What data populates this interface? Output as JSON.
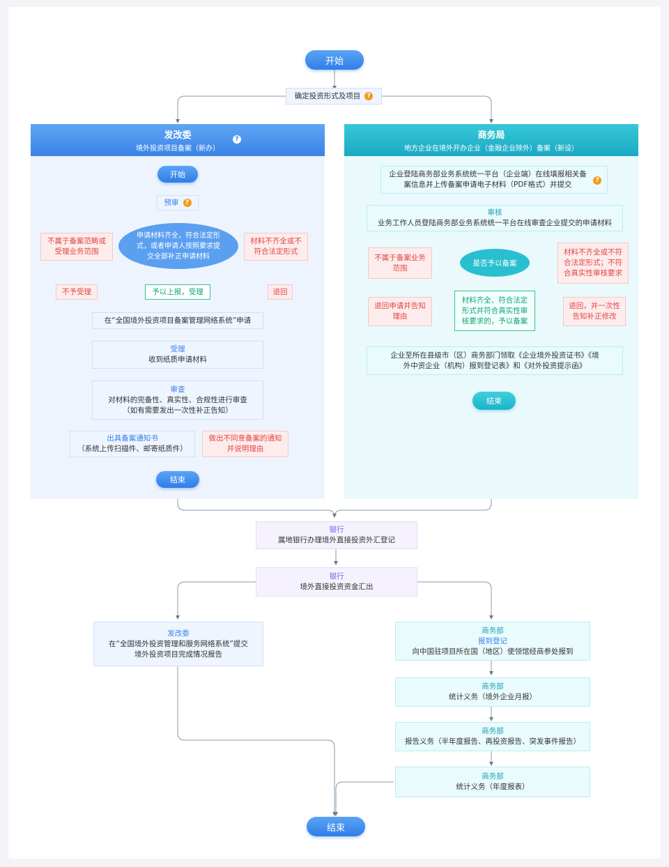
{
  "top": {
    "start": "开始",
    "confirm": "确定投资形式及项目",
    "end": "结束"
  },
  "ndrc": {
    "header_title": "发改委",
    "header_sub": "境外投资项目备案（新办）",
    "start": "开始",
    "pre_review": "预审",
    "condition": "申请材料齐全，符合法定形式，或者申请人按照要求提交全部补正申请材料",
    "out_of_scope": "不属于备案范畴或受理业务范围",
    "incomplete": "材料不齐全或不符合法定形式",
    "reject": "不予受理",
    "accept": "予以上报，受理",
    "return": "退回",
    "apply": "在“全国境外投资项目备案管理网络系统”申请",
    "receive_title": "受理",
    "receive_text": "收到纸质申请材料",
    "review_title": "审查",
    "review_text": "对材料的完备性、真实性、合规性进行审查",
    "review_note": "（如有需要发出一次性补正告知）",
    "issue_title": "出具备案通知书",
    "issue_text": "（系统上传扫描件、邮寄纸质件）",
    "deny": "做出不同意备案的通知并说明理由",
    "end": "结束"
  },
  "mofcom": {
    "header_title": "商务局",
    "header_sub": "地方企业在境外开办企业（金融企业除外）备案（新设）",
    "submit": "企业登陆商务部业务系统统一平台（企业端）在线填报相关备案信息并上传备案申请电子材料（PDF格式）并提交",
    "audit_title": "审核",
    "audit_text": "业务工作人员登陆商务部业务系统统一平台在线审查企业提交的申请材料",
    "decision": "是否予以备案",
    "out_of_scope": "不属于备案业务范围",
    "incomplete": "材料不齐全或不符合法定形式；不符合真实性审核要求",
    "approved": "材料齐全、符合法定形式并符合真实性审核要求的，予以备案",
    "return_notify": "退回申请并告知理由",
    "return_once": "退回，并一次性告知补正修改",
    "receive": "企业至所在县级市（区）商务部门领取《企业境外投资证书》《境外中资企业（机构）报到登记表》和《对外投资提示函》",
    "end": "结束"
  },
  "bank1": {
    "title": "银行",
    "text": "属地银行办理境外直接投资外汇登记"
  },
  "bank2": {
    "title": "银行",
    "text": "境外直接投资资金汇出"
  },
  "ndrc_report": {
    "title": "发改委",
    "text": "在“全国境外投资管理和服务网络系统”提交境外投资项目完成情况报告"
  },
  "mofcom_steps": [
    {
      "title": "商务部",
      "subtitle": "报到登记",
      "text": "向中国驻项目所在国（地区）使领馆经商参处报到"
    },
    {
      "title": "商务部",
      "subtitle": "",
      "text": "统计义务（境外企业月报）"
    },
    {
      "title": "商务部",
      "subtitle": "",
      "text": "报告义务（半年度报告、再投资报告、突发事件报告）"
    },
    {
      "title": "商务部",
      "subtitle": "",
      "text": "统计义务（年度报表）"
    }
  ],
  "icons": {
    "help": "question-icon"
  },
  "colors": {
    "accent_blue": "#3b82e6",
    "accent_cyan": "#1fb5c9",
    "accent_red": "#e64545",
    "accent_green": "#14a37f"
  }
}
